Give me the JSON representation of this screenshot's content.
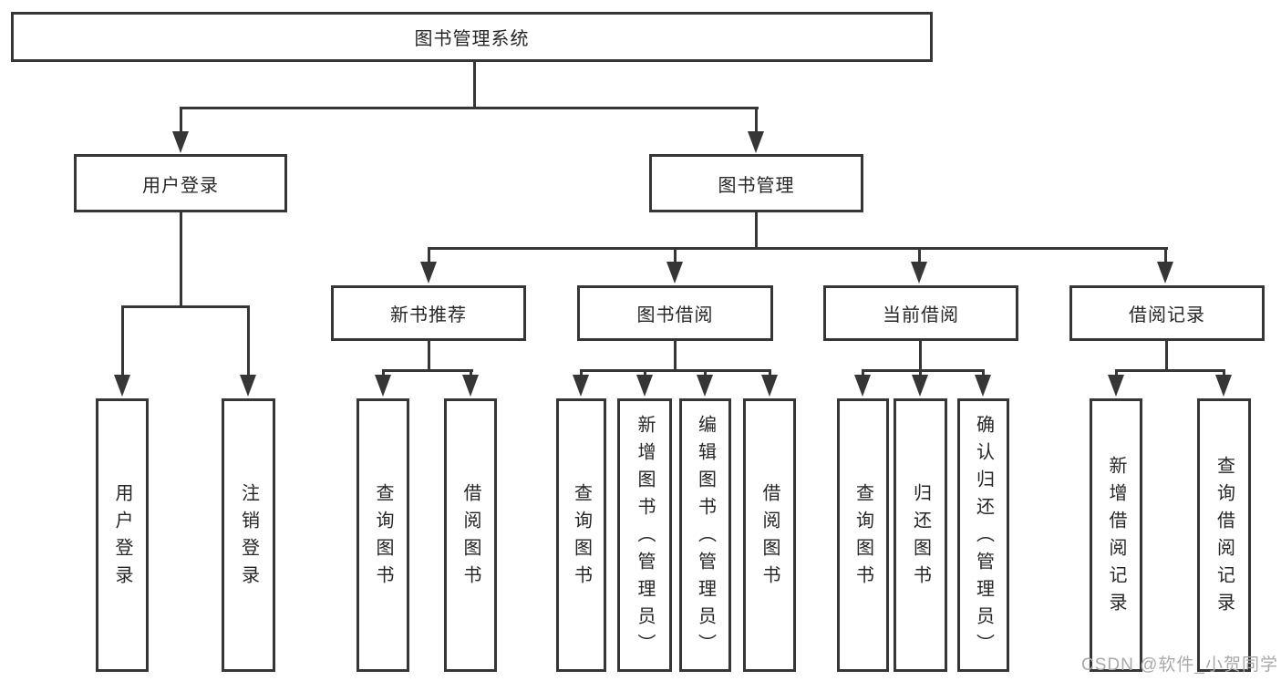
{
  "colors": {
    "line": "#363636",
    "text": "#262626",
    "background": "#ffffff",
    "watermark": "#a9a9a9"
  },
  "tree": {
    "root": {
      "label": "图书管理系统"
    },
    "branches": [
      {
        "label": "用户登录",
        "children": [
          {
            "label": "用户登录"
          },
          {
            "label": "注销登录"
          }
        ]
      },
      {
        "label": "图书管理",
        "children": [
          {
            "label": "新书推荐",
            "children": [
              {
                "label": "查询图书"
              },
              {
                "label": "借阅图书"
              }
            ]
          },
          {
            "label": "图书借阅",
            "children": [
              {
                "label": "查询图书"
              },
              {
                "label": "新增图书（管理员）"
              },
              {
                "label": "编辑图书（管理员）"
              },
              {
                "label": "借阅图书"
              }
            ]
          },
          {
            "label": "当前借阅",
            "children": [
              {
                "label": "查询图书"
              },
              {
                "label": "归还图书"
              },
              {
                "label": "确认归还（管理员）"
              }
            ]
          },
          {
            "label": "借阅记录",
            "children": [
              {
                "label": "新增借阅记录"
              },
              {
                "label": "查询借阅记录"
              }
            ]
          }
        ]
      }
    ]
  },
  "watermark": {
    "text": "CSDN @软件_小贺同学"
  }
}
